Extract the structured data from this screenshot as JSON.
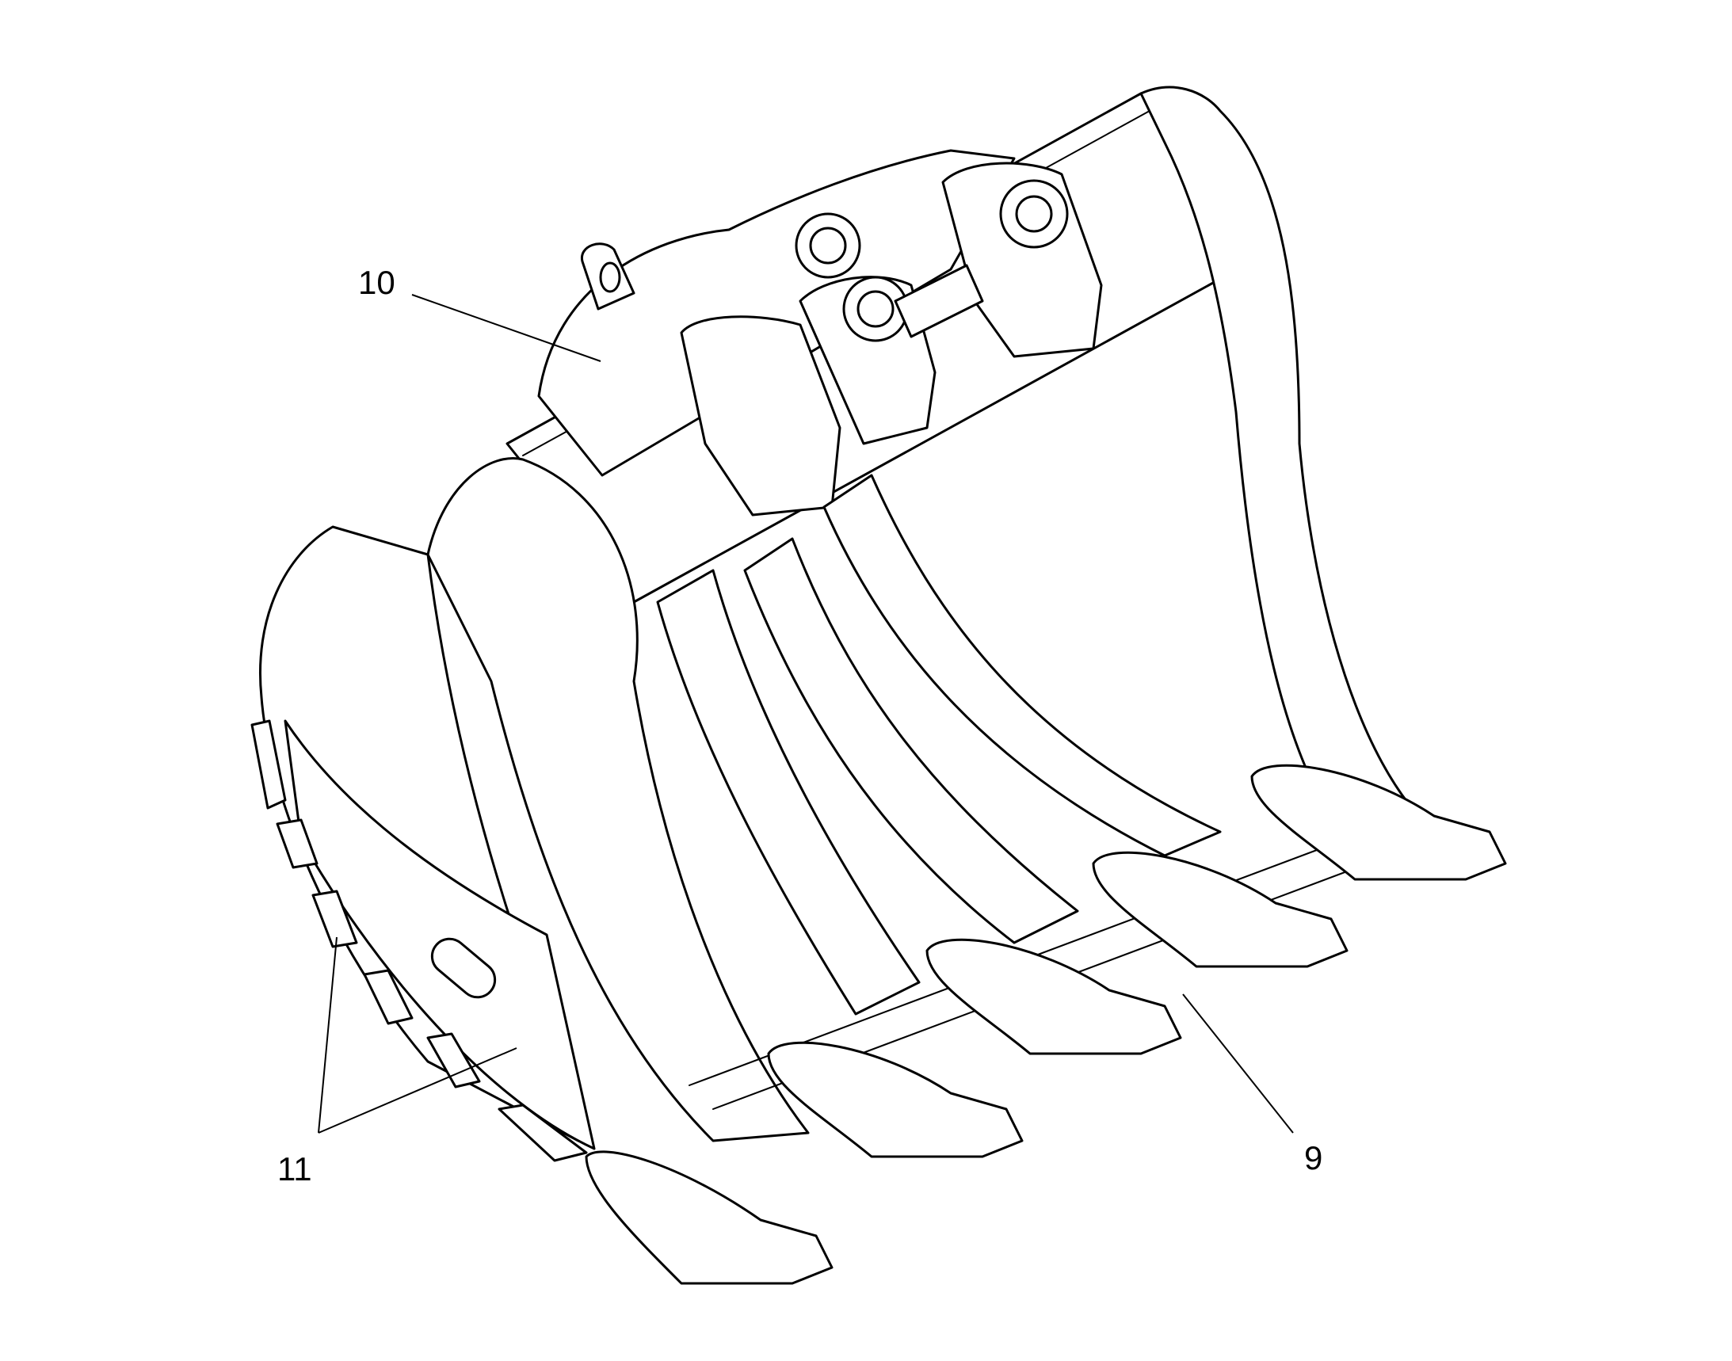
{
  "figure": {
    "subject": "excavator-rock-bucket-icon",
    "callouts": [
      {
        "id": "10",
        "text": "10"
      },
      {
        "id": "11",
        "text": "11"
      },
      {
        "id": "9",
        "text": "9"
      }
    ],
    "colors": {
      "line": "#000000",
      "background": "#ffffff"
    }
  }
}
